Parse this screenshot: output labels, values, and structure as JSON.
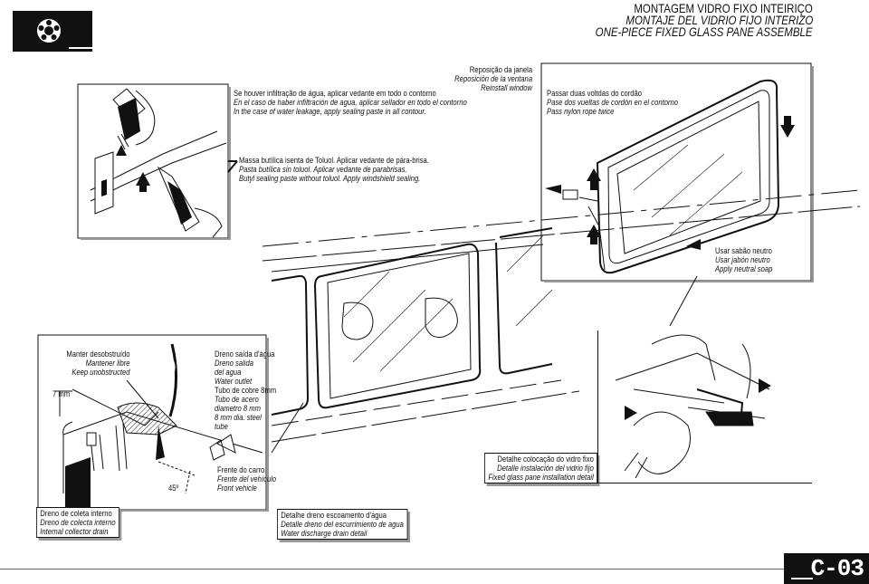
{
  "header": {
    "title_pt": "MONTAGEM VIDRO FIXO INTEIRIÇO",
    "title_es": "MONTAJE DEL VIDRIO FIJO INTERIZO",
    "title_en": "ONE-PIECE FIXED GLASS PANE ASSEMBLE"
  },
  "captions": {
    "sealing": {
      "pt": "Se houver infiltração de água, aplicar vedante em todo o contorno",
      "es": "En el caso de haber infiltración de agua, aplicar sellador en todo el contorno",
      "en": "In the case of water leakage, apply sealing paste in all contour."
    },
    "reinstall": {
      "pt": "Reposição da janela",
      "es": "Reposición de la ventana",
      "en": "Reinstall window"
    },
    "nylon": {
      "pt": "Passar duas voltdas do cordão",
      "es": "Pase dos vueltas de cordón en el contorno",
      "en": "Pass nylon rope twice"
    },
    "butyl": {
      "pt": "Massa butílica isenta de Toluol. Aplicar  vedante de pára-brisa.",
      "es": "Pasta butílica sin toluol. Aplicar vedante de parabrisas.",
      "en": "Butyl sealing paste without toluol. Apply windshield sealing."
    },
    "soap": {
      "pt": "Usar sabão neutro",
      "es": "Usar jabón neutro",
      "en": "Apply neutral soap"
    },
    "unobstructed": {
      "pt": "Manter desobstruído",
      "es": "Mantener libre",
      "en": "Keep unobstructed"
    },
    "outlet": {
      "pt": "Dreno saída d'água",
      "es1": "Dreno salida",
      "es2": "del agua",
      "en": "Water outlet"
    },
    "tube": {
      "pt": "Tubo de cobre 8mm",
      "es1": "Tubo de acero",
      "es2": "diametro 8 mm",
      "en1": "8 mm dia. steel",
      "en2": "tube"
    },
    "front": {
      "pt": "Frente do carro",
      "es": "Frente del vehículo",
      "en": "Front vehicle"
    },
    "collector": {
      "pt": "Dreno de coleta interno",
      "es": "Dreno de colecta interno",
      "en": "Internal collector drain"
    },
    "drain_detail": {
      "pt": "Detalhe dreno escoamento d'água",
      "es": "Detalle dreno del escurrimiento de agua",
      "en": "Water discharge drain detail"
    },
    "install_detail": {
      "pt": "Detalhe colocação do vidro fixo",
      "es": "Detalle instalación del vidrio fijo",
      "en": "Fixed glass pane installation detail"
    },
    "dim_7mm": "7 mm",
    "angle_45": "45º"
  },
  "page": {
    "code": "C-03"
  }
}
